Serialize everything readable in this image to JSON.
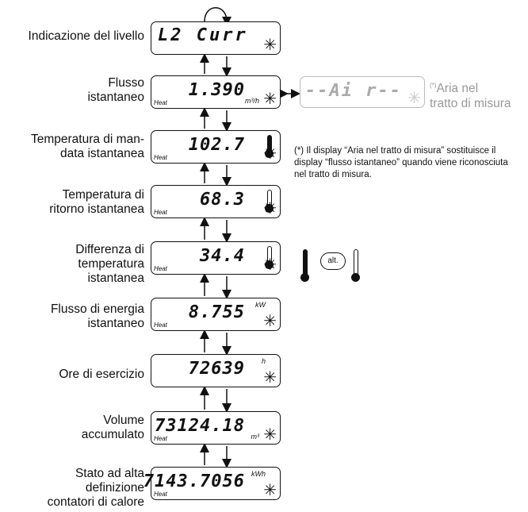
{
  "levels": [
    {
      "label": "Indicazione del livello",
      "value": "L2  Curr",
      "unit": "",
      "heat": ""
    },
    {
      "label": "Flusso\nistantaneo",
      "value": "1.390",
      "unit": "m³/h",
      "heat": "Heat"
    },
    {
      "label": "Temperatura di man-\ndata istantanea",
      "value": "102.7",
      "unit": "",
      "heat": "Heat"
    },
    {
      "label": "Temperatura di\nritorno istantanea",
      "value": "68.3",
      "unit": "",
      "heat": "Heat"
    },
    {
      "label": "Differenza di\ntemperatura\nistantanea",
      "value": "34.4",
      "unit": "",
      "heat": "Heat"
    },
    {
      "label": "Flusso di energia\nistantaneo",
      "value": "8.755",
      "unit": "kW",
      "heat": "Heat"
    },
    {
      "label": "Ore di esercizio",
      "value": "72639",
      "unit": "h",
      "heat": ""
    },
    {
      "label": "Volume\naccumulato",
      "value": "73124.18",
      "unit": "m³",
      "heat": "Heat"
    },
    {
      "label": "Stato ad alta\ndefinizione\ncontatori di calore",
      "value": "7143.7056",
      "unit": "kWh",
      "heat": "Heat"
    }
  ],
  "air": {
    "value": "--Ai r--",
    "label_mark": "(*)",
    "label": "Aria nel\ntratto di misura"
  },
  "note": "(*) Il display “Aria nel tratto di misura” sostituisce il display “flusso istantaneo” quando viene riconosciuta nel tratto di misura.",
  "alt_label": "alt.",
  "star_glyph": "✳"
}
